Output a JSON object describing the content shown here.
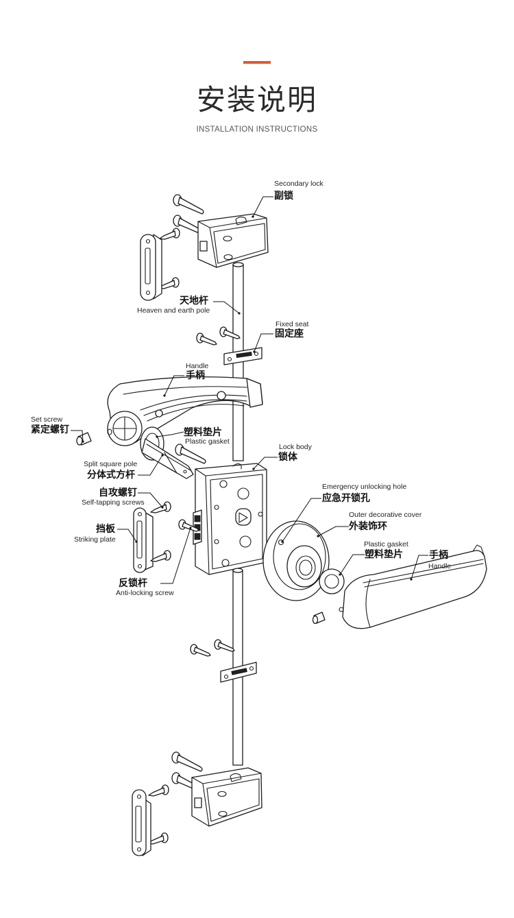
{
  "header": {
    "title": "安装说明",
    "subtitle": "INSTALLATION INSTRUCTIONS",
    "accent_color": "#e8562a"
  },
  "labels": {
    "secondary_lock": {
      "en": "Secondary lock",
      "zh": "副锁"
    },
    "heaven_earth_pole": {
      "zh": "天地杆",
      "en": "Heaven and earth pole"
    },
    "fixed_seat": {
      "en": "Fixed seat",
      "zh": "固定座"
    },
    "handle_left": {
      "en": "Handle",
      "zh": "手柄"
    },
    "set_screw": {
      "en": "Set screw",
      "zh": "紧定螺钉"
    },
    "plastic_gasket_left": {
      "zh": "塑料垫片",
      "en": "Plastic gasket"
    },
    "lock_body": {
      "en": "Lock body",
      "zh": "锁体"
    },
    "split_square_pole": {
      "en": "Split square pole",
      "zh": "分体式方杆"
    },
    "self_tapping_screws": {
      "zh": "自攻螺钉",
      "en": "Self-tapping screws"
    },
    "emergency_unlocking_hole": {
      "en": "Emergency unlocking hole",
      "zh": "应急开锁孔"
    },
    "outer_decorative_cover": {
      "en": "Outer decorative cover",
      "zh": "外装饰环"
    },
    "striking_plate": {
      "zh": "挡板",
      "en": "Striking plate"
    },
    "plastic_gasket_right": {
      "en": "Plastic gasket",
      "zh": "塑料垫片"
    },
    "handle_right": {
      "zh": "手柄",
      "en": "Handle"
    },
    "anti_locking_screw": {
      "zh": "反锁杆",
      "en": "Anti-locking screw"
    }
  }
}
